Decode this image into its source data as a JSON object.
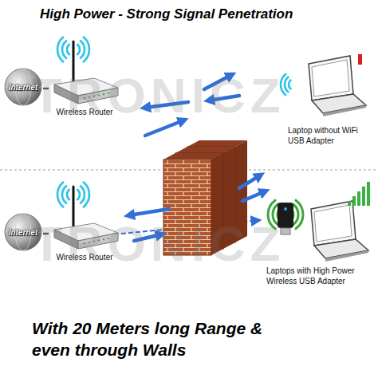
{
  "diagram": {
    "title": "High Power - Strong Signal Penetration",
    "caption": "With 20 Meters long Range & even through Walls",
    "nodes": [
      {
        "text": [
          "Internet"
        ]
      },
      {
        "text": [
          "Wireless Router"
        ]
      },
      {
        "text": [
          "Laptop without WiFi USB Adapter"
        ]
      },
      {
        "text": [
          "Internet"
        ]
      },
      {
        "text": [
          "Wireless Router"
        ]
      },
      {
        "text": [
          "Laptops with High Power Wireless USB Adapter"
        ]
      }
    ],
    "edges": [
      {
        "from": 0,
        "to": 1,
        "arrow": "none"
      },
      {
        "from": 3,
        "to": 4,
        "arrow": "none"
      },
      {
        "from": 4,
        "to": 5,
        "arrow": "to"
      }
    ],
    "labels": [
      "TRONICZ",
      "TRONICZ"
    ]
  }
}
